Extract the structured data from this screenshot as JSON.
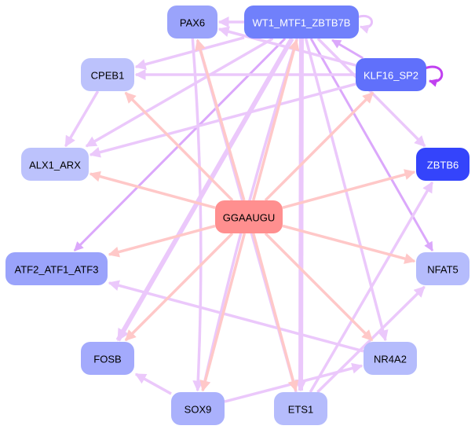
{
  "title": "Regulatory network",
  "colors": {
    "edge_tf": "#ebc8fb",
    "edge_tf_strong": "#dba8fb",
    "edge_mirna": "#ffc8c8",
    "self_loop_klf": "#c040f0",
    "self_loop_wt1": "#e8c0fb"
  },
  "nodes": [
    {
      "id": "PAX6",
      "label": "PAX6",
      "fill": "#9aa3fb",
      "text": "#000000"
    },
    {
      "id": "WT1",
      "label": "WT1_MTF1_ZBTB7B",
      "fill": "#7080fb",
      "text": "#ffffff"
    },
    {
      "id": "KLF16",
      "label": "KLF16_SP2",
      "fill": "#6070fb",
      "text": "#ffffff"
    },
    {
      "id": "CPEB1",
      "label": "CPEB1",
      "fill": "#bcc2fc",
      "text": "#000000"
    },
    {
      "id": "ALX1",
      "label": "ALX1_ARX",
      "fill": "#bcc2fc",
      "text": "#000000"
    },
    {
      "id": "ZBTB6",
      "label": "ZBTB6",
      "fill": "#3444fb",
      "text": "#ffffff"
    },
    {
      "id": "GGAAUGU",
      "label": "GGAAUGU",
      "fill": "#ff8f8f",
      "text": "#000000"
    },
    {
      "id": "ATF2",
      "label": "ATF2_ATF1_ATF3",
      "fill": "#9aa3fb",
      "text": "#000000"
    },
    {
      "id": "NFAT5",
      "label": "NFAT5",
      "fill": "#b5bcfc",
      "text": "#000000"
    },
    {
      "id": "FOSB",
      "label": "FOSB",
      "fill": "#a3aafc",
      "text": "#000000"
    },
    {
      "id": "NR4A2",
      "label": "NR4A2",
      "fill": "#b5bcfc",
      "text": "#000000"
    },
    {
      "id": "SOX9",
      "label": "SOX9",
      "fill": "#aab1fc",
      "text": "#000000"
    },
    {
      "id": "ETS1",
      "label": "ETS1",
      "fill": "#b5bcfc",
      "text": "#000000"
    }
  ],
  "edges": [
    {
      "from": "GGAAUGU",
      "to": "PAX6",
      "type": "mirna"
    },
    {
      "from": "GGAAUGU",
      "to": "WT1",
      "type": "mirna"
    },
    {
      "from": "GGAAUGU",
      "to": "KLF16",
      "type": "mirna"
    },
    {
      "from": "GGAAUGU",
      "to": "CPEB1",
      "type": "mirna"
    },
    {
      "from": "GGAAUGU",
      "to": "ALX1",
      "type": "mirna"
    },
    {
      "from": "GGAAUGU",
      "to": "ZBTB6",
      "type": "mirna"
    },
    {
      "from": "GGAAUGU",
      "to": "ATF2",
      "type": "mirna"
    },
    {
      "from": "GGAAUGU",
      "to": "NFAT5",
      "type": "mirna"
    },
    {
      "from": "GGAAUGU",
      "to": "FOSB",
      "type": "mirna"
    },
    {
      "from": "GGAAUGU",
      "to": "NR4A2",
      "type": "mirna"
    },
    {
      "from": "GGAAUGU",
      "to": "SOX9",
      "type": "mirna"
    },
    {
      "from": "GGAAUGU",
      "to": "ETS1",
      "type": "mirna"
    },
    {
      "from": "WT1",
      "to": "PAX6",
      "type": "tf"
    },
    {
      "from": "WT1",
      "to": "WT1",
      "type": "self"
    },
    {
      "from": "WT1",
      "to": "CPEB1",
      "type": "tf"
    },
    {
      "from": "WT1",
      "to": "ALX1",
      "type": "tf"
    },
    {
      "from": "WT1",
      "to": "ATF2",
      "type": "tf_strong"
    },
    {
      "from": "WT1",
      "to": "FOSB",
      "type": "tf_thick"
    },
    {
      "from": "WT1",
      "to": "ETS1",
      "type": "tf_thick"
    },
    {
      "from": "WT1",
      "to": "NR4A2",
      "type": "tf"
    },
    {
      "from": "WT1",
      "to": "NFAT5",
      "type": "tf_strong"
    },
    {
      "from": "WT1",
      "to": "ZBTB6",
      "type": "tf"
    },
    {
      "from": "WT1",
      "to": "SOX9",
      "type": "tf"
    },
    {
      "from": "KLF16",
      "to": "KLF16",
      "type": "self"
    },
    {
      "from": "KLF16",
      "to": "WT1",
      "type": "tf_strong"
    },
    {
      "from": "KLF16",
      "to": "PAX6",
      "type": "tf"
    },
    {
      "from": "KLF16",
      "to": "CPEB1",
      "type": "tf"
    },
    {
      "from": "KLF16",
      "to": "ALX1",
      "type": "tf"
    },
    {
      "from": "CPEB1",
      "to": "ALX1",
      "type": "tf"
    },
    {
      "from": "ETS1",
      "to": "PAX6",
      "type": "tf"
    },
    {
      "from": "ETS1",
      "to": "ZBTB6",
      "type": "tf"
    },
    {
      "from": "ETS1",
      "to": "NFAT5",
      "type": "tf"
    },
    {
      "from": "SOX9",
      "to": "FOSB",
      "type": "tf"
    },
    {
      "from": "SOX9",
      "to": "NR4A2",
      "type": "tf"
    },
    {
      "from": "NR4A2",
      "to": "ATF2",
      "type": "tf"
    },
    {
      "from": "PAX6",
      "to": "SOX9",
      "type": "tf"
    }
  ]
}
